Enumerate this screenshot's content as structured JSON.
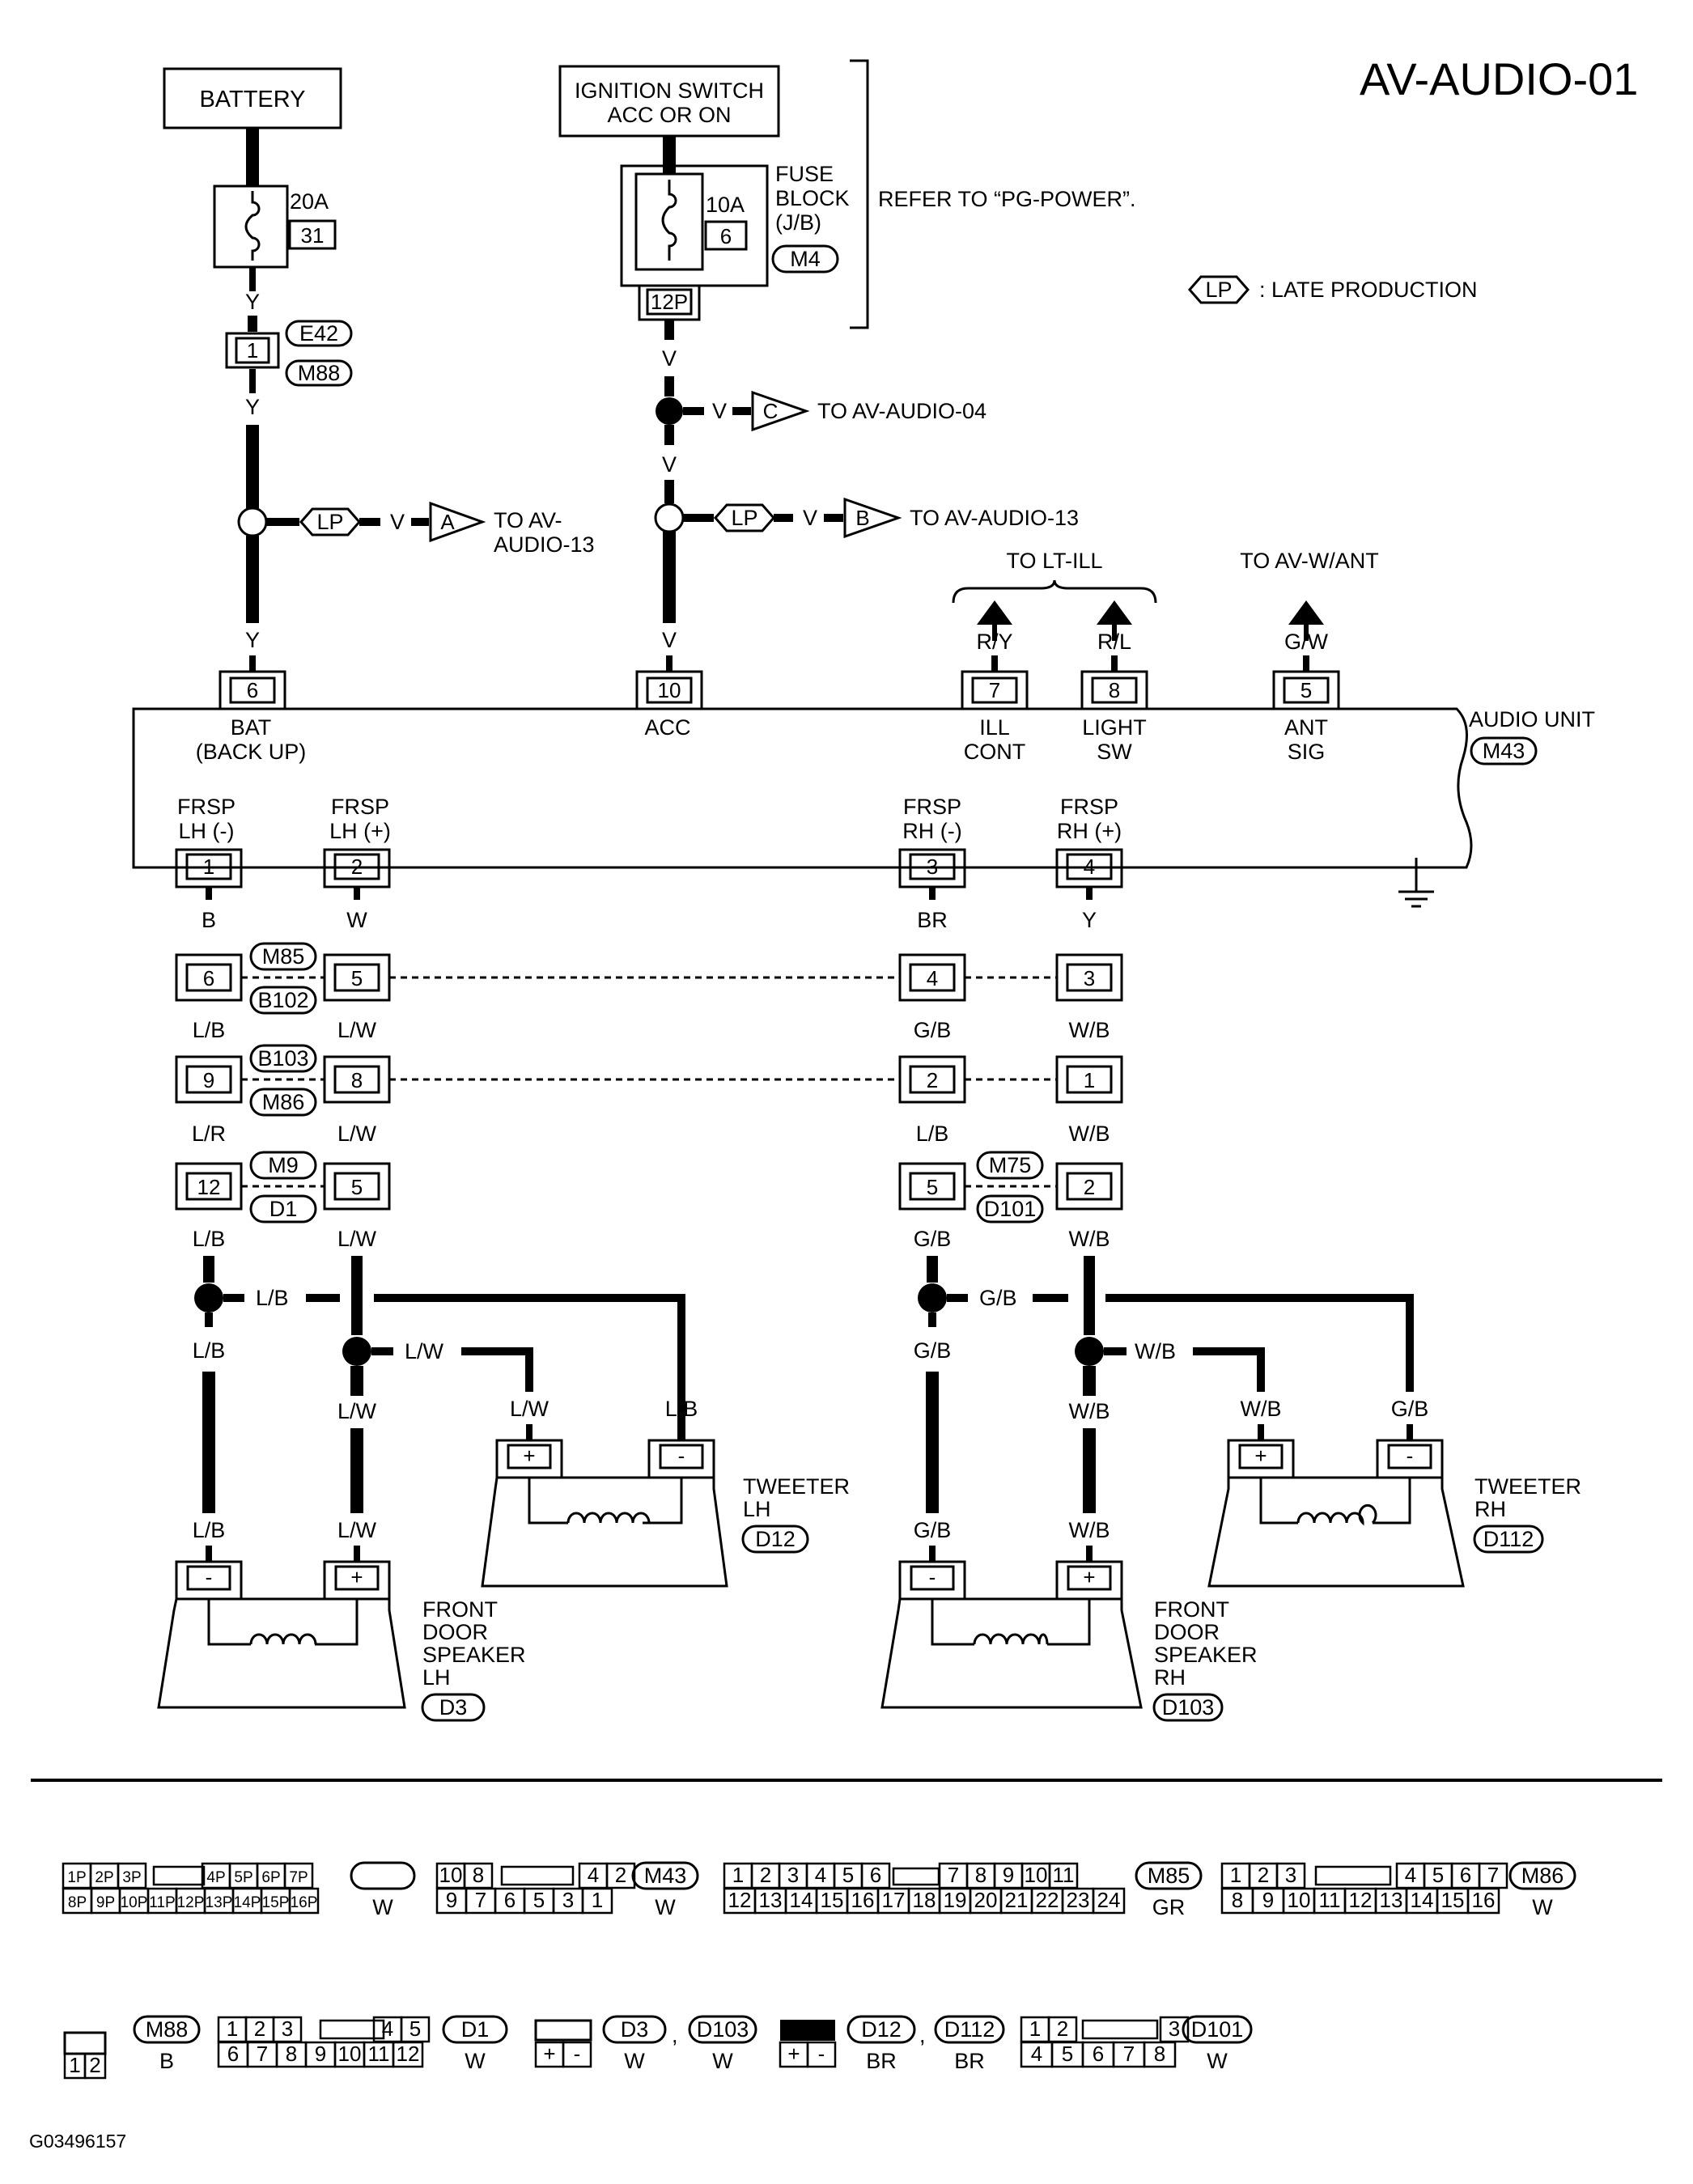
{
  "page_id": "AV-AUDIO-01",
  "figure_code": "G03496157",
  "legend": {
    "tag": "LP",
    "text": ": LATE PRODUCTION"
  },
  "refer_note": "REFER TO “PG-POWER”.",
  "power": {
    "battery": "BATTERY",
    "ignition_l1": "IGNITION SWITCH",
    "ignition_l2": "ACC OR ON",
    "fuse1_rating": "20A",
    "fuse1_no": "31",
    "fuse2_rating": "10A",
    "fuse2_no": "6",
    "fuse_block_l1": "FUSE",
    "fuse_block_l2": "BLOCK",
    "fuse_block_l3": "(J/B)",
    "fuse_block_conn": "M4",
    "fuse_block_pin": "12P"
  },
  "wires": {
    "y": "Y",
    "v": "V",
    "ry": "R/Y",
    "rl": "R/L",
    "gw": "G/W",
    "b": "B",
    "w": "W",
    "br": "BR",
    "yy": "Y",
    "lb": "L/B",
    "lw": "L/W",
    "gb": "G/B",
    "wb": "W/B",
    "lr": "L/R"
  },
  "connectors": {
    "e42": "E42",
    "m88": "M88",
    "m43": "M43",
    "m85": "M85",
    "b102": "B102",
    "b103": "B103",
    "m86": "M86",
    "m9": "M9",
    "d1": "D1",
    "m75": "M75",
    "d101": "D101",
    "d3": "D3",
    "d103": "D103",
    "d12": "D12",
    "d112": "D112",
    "lp": "LP"
  },
  "pins": {
    "p1": "1",
    "p2": "2",
    "p3": "3",
    "p4": "4",
    "p5": "5",
    "p6": "6",
    "p7": "7",
    "p8": "8",
    "p9": "9",
    "p10": "10",
    "p12": "12"
  },
  "refs": {
    "a_letter": "A",
    "a_text1": "TO AV-",
    "a_text2": "AUDIO-13",
    "b_letter": "B",
    "b_text": "TO AV-AUDIO-13",
    "c_letter": "C",
    "c_text": "TO AV-AUDIO-04",
    "lt_ill": "TO LT-ILL",
    "ant": "TO AV-W/ANT"
  },
  "audio_unit": {
    "label": "AUDIO UNIT",
    "bat_l1": "BAT",
    "bat_l2": "(BACK UP)",
    "acc": "ACC",
    "ill_l1": "ILL",
    "ill_l2": "CONT",
    "light_l1": "LIGHT",
    "light_l2": "SW",
    "ant_l1": "ANT",
    "ant_l2": "SIG",
    "frsp": "FRSP",
    "lh_minus": "LH (-)",
    "lh_plus": "LH (+)",
    "rh_minus": "RH (-)",
    "rh_plus": "RH (+)"
  },
  "speakers": {
    "plus": "+",
    "minus": "-",
    "tweeter": "TWEETER",
    "lh": "LH",
    "rh": "RH",
    "front": "FRONT",
    "door": "DOOR",
    "speaker": "SPEAKER"
  },
  "connector_views": {
    "m4_r1": [
      "1P",
      "2P",
      "3P",
      "4P",
      "5P",
      "6P",
      "7P"
    ],
    "m4_r2": [
      "8P",
      "9P",
      "10P",
      "11P",
      "12P",
      "13P",
      "14P",
      "15P",
      "16P"
    ],
    "m43_r1": [
      "10",
      "8",
      "4",
      "2"
    ],
    "m43_r2": [
      "9",
      "7",
      "6",
      "5",
      "3",
      "1"
    ],
    "m85_r1": [
      "1",
      "2",
      "3",
      "4",
      "5",
      "6",
      "7",
      "8",
      "9",
      "10",
      "11"
    ],
    "m85_r2": [
      "12",
      "13",
      "14",
      "15",
      "16",
      "17",
      "18",
      "19",
      "20",
      "21",
      "22",
      "23",
      "24"
    ],
    "m86_r1": [
      "1",
      "2",
      "3",
      "4",
      "5",
      "6",
      "7"
    ],
    "m86_r2": [
      "8",
      "9",
      "10",
      "11",
      "12",
      "13",
      "14",
      "15",
      "16"
    ],
    "m88_r2": [
      "1",
      "2"
    ],
    "d1_r1": [
      "1",
      "2",
      "3",
      "4",
      "5"
    ],
    "d1_r2": [
      "6",
      "7",
      "8",
      "9",
      "10",
      "11",
      "12"
    ],
    "d3_r2": [
      "+",
      "-"
    ],
    "d101_r1": [
      "1",
      "2",
      "3"
    ],
    "d101_r2": [
      "4",
      "5",
      "6",
      "7",
      "8"
    ],
    "color_w": "W",
    "color_gr": "GR",
    "color_b": "B",
    "color_br": "BR",
    "comma": ","
  }
}
